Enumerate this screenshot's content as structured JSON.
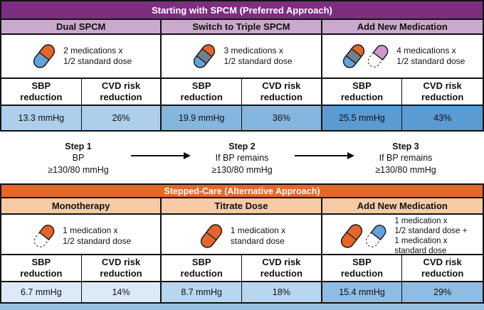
{
  "preferred": {
    "title": "Starting with SPCM (Preferred Approach)",
    "header_bg": "#7E2E81",
    "subheader_bg": "#CBA8CD",
    "columns": [
      {
        "header": "Dual SPCM",
        "icon": "dual-segment-pill-icon",
        "dose_lines": [
          "2 medications x",
          "1/2 standard dose"
        ],
        "sbp_value": "13.3 mmHg",
        "cvd_value": "26%",
        "value_bg": "#AECFEC"
      },
      {
        "header": "Switch to Triple SPCM",
        "icon": "triple-segment-pill-icon",
        "dose_lines": [
          "3 medications x",
          "1/2 standard dose"
        ],
        "sbp_value": "19.9 mmHg",
        "cvd_value": "36%",
        "value_bg": "#85B6E0"
      },
      {
        "header": "Add New Medication",
        "icons": [
          "triple-segment-pill-icon",
          "pink-half-dashed-pill-icon"
        ],
        "dose_lines": [
          "4 medications x",
          "1/2 standard dose"
        ],
        "sbp_value": "25.5 mmHg",
        "cvd_value": "43%",
        "value_bg": "#5A9BD3"
      }
    ]
  },
  "alternative": {
    "title": "Stepped-Care (Alternative Approach)",
    "header_bg": "#E5672C",
    "subheader_bg": "#F5CAA5",
    "columns": [
      {
        "header": "Monotherapy",
        "icon": "orange-half-dashed-pill-icon",
        "dose_lines": [
          "1 medication x",
          "1/2 standard dose"
        ],
        "sbp_value": "6.7 mmHg",
        "cvd_value": "14%",
        "value_bg": "#DCEAF7"
      },
      {
        "header": "Titrate Dose",
        "icon": "orange-full-pill-icon",
        "dose_lines": [
          "1 medication x",
          "standard dose"
        ],
        "sbp_value": "8.7 mmHg",
        "cvd_value": "18%",
        "value_bg": "#B9D6EF"
      },
      {
        "header": "Add New Medication",
        "icons": [
          "orange-full-pill-icon",
          "blue-half-dashed-pill-icon"
        ],
        "dose_lines": [
          "1 medication x",
          "1/2 standard dose +",
          "1 medication x",
          "standard dose"
        ],
        "sbp_value": "15.4 mmHg",
        "cvd_value": "29%",
        "value_bg": "#8FBCE2"
      }
    ]
  },
  "metric_labels": {
    "sbp_line1": "SBP",
    "sbp_line2": "reduction",
    "cvd_line1": "CVD risk",
    "cvd_line2": "reduction"
  },
  "steps": [
    {
      "title": "Step 1",
      "line1": "BP",
      "line2": "≥130/80 mmHg"
    },
    {
      "title": "Step 2",
      "line1": "If BP remains",
      "line2": "≥130/80 mmHg"
    },
    {
      "title": "Step 3",
      "line1": "If BP remains",
      "line2": "≥130/80 mmHg"
    }
  ],
  "pill_colors": {
    "orange": "#E4662B",
    "blue": "#64A3D9",
    "gray": "#71808F",
    "pink": "#CE96CC",
    "outline": "#1a1a1a"
  },
  "bottom_strip_bg": "#97C1E3"
}
